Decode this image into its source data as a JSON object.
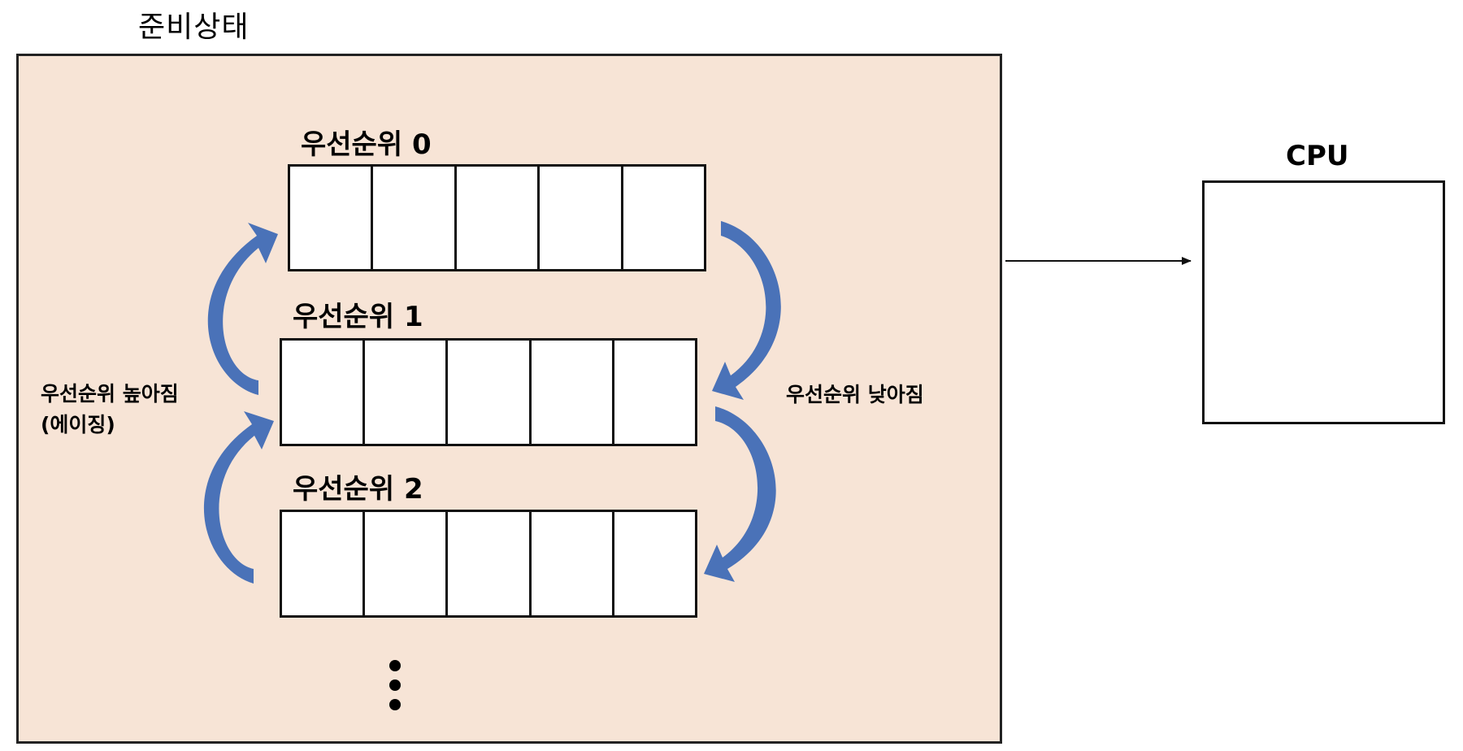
{
  "ready_state": {
    "title": "준비상태",
    "queues": [
      {
        "label": "우선순위 0",
        "slots": 5
      },
      {
        "label": "우선순위 1",
        "slots": 5
      },
      {
        "label": "우선순위 2",
        "slots": 5
      }
    ],
    "continuation": "⋮",
    "aging_label_line1": "우선순위 높아짐",
    "aging_label_line2": "(에이징)",
    "demote_label": "우선순위 낮아짐"
  },
  "cpu": {
    "title": "CPU"
  },
  "colors": {
    "panel_fill": "#f7e4d6",
    "arrow_fill": "#4a72b8",
    "outline": "#111111"
  }
}
